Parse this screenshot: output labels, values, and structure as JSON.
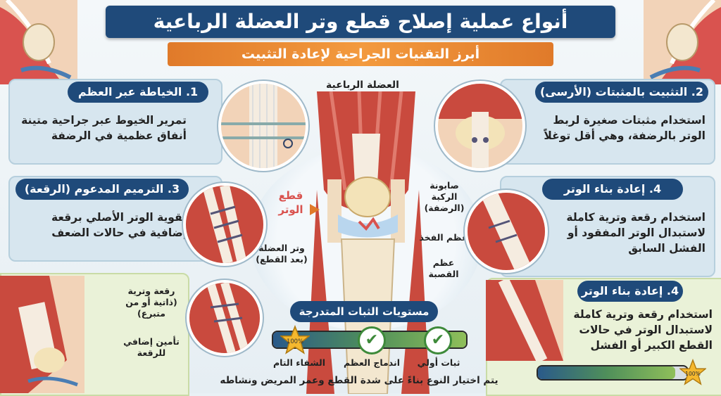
{
  "title": "أنواع عملية إصلاح قطع وتر العضلة الرباعية",
  "subtitle": "أبرز التقنيات الجراحية لإعادة التثبيت",
  "cards": [
    {
      "heading": "1. الخياطة عبر العظم",
      "text": "تمرير الخيوط عبر جراحية متينة أنفاق عظمية في الرضفة"
    },
    {
      "heading": "2. التثبيت بالمثبتات (الأرسى)",
      "text": "استخدام مثبتات صغيرة لربط الوتر بالرضفة، وهي أقل توغلاً"
    },
    {
      "heading": "3. الترميم المدعوم (الرقعة)",
      "text": "تقوية الوتر الأصلي برقعة إضافية في حالات الضعف"
    },
    {
      "heading": "4. إعادة بناء الوتر",
      "text": "استخدام رقعة وترية كاملة لاستبدال الوتر المفقود أو الفشل السابق"
    },
    {
      "heading": "4. إعادة بناء الوتر",
      "text": "استخدام رقعة وترية كاملة لاستبدال الوتر في حالات القطع الكبير أو الفشل"
    }
  ],
  "anatomy": {
    "quadriceps": "العضلة الرباعية",
    "tear": "قطع الوتر",
    "patella": "صابونة الركبة (الرضفة)",
    "femur": "عظم الفخذ",
    "tibia": "عظم القصبة",
    "tendon": "وتر العضلة (بعد القطع)"
  },
  "graft_labels": {
    "graft": "رقعة وترية (ذاتية أو من متبرع)",
    "extra": "تأمين إضافي للرقعة"
  },
  "stability": {
    "heading": "مستويات الثبات المتدرجة",
    "steps": [
      "ثبات أولي",
      "اندماج العظم",
      "الشفاء التام"
    ],
    "progress_label": "100%",
    "progress": 1.0,
    "footer": "يتم اختيار النوع بناءً على شدة القطع وعمر المريض ونشاطه"
  },
  "bottom_progress": {
    "label": "100%",
    "progress": 0.92
  },
  "colors": {
    "navy": "#1f4a7a",
    "orange": "#e07a2a",
    "green": "#3e8a3a"
  }
}
